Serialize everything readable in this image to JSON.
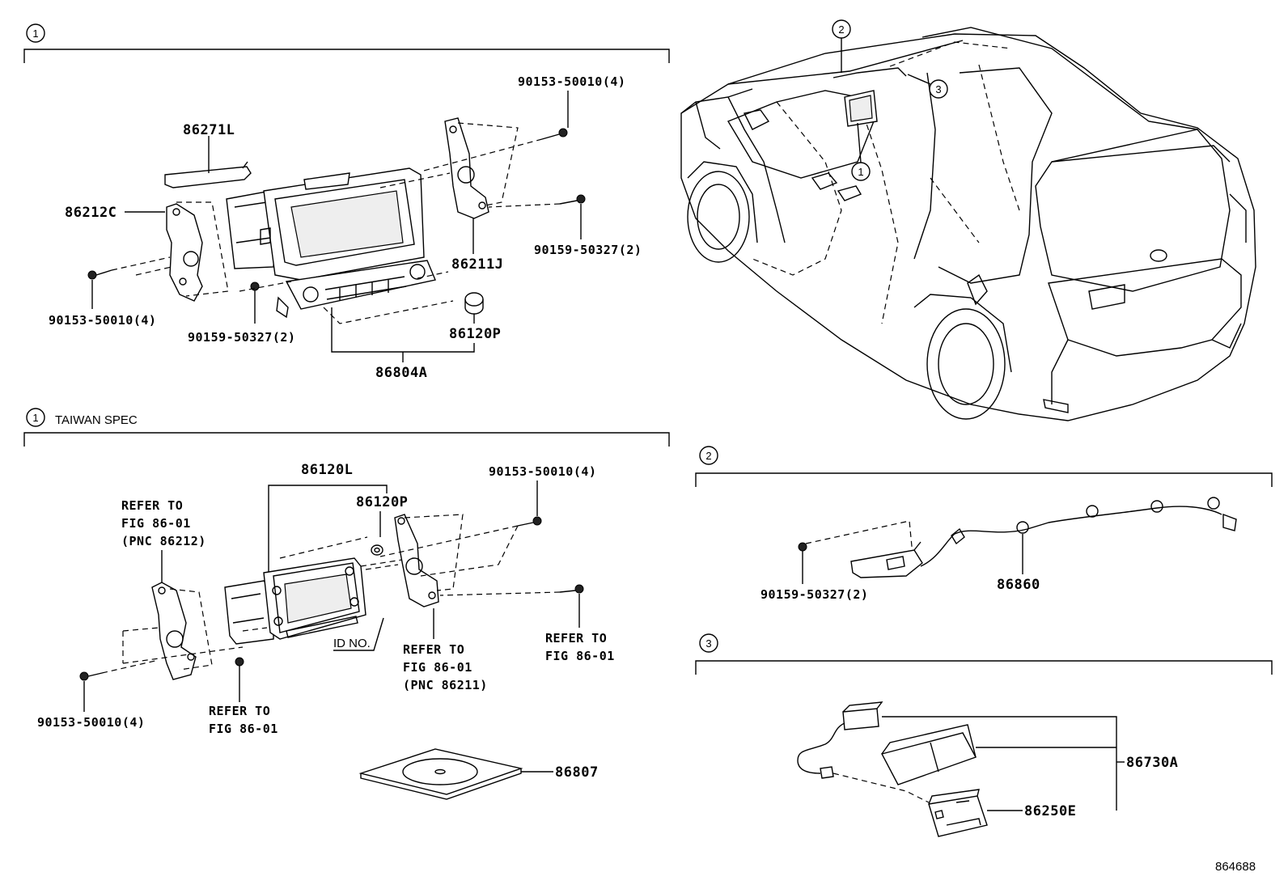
{
  "section1": {
    "marker": "1",
    "parts": {
      "p86271L": "86271L",
      "p86212C": "86212C",
      "p86211J": "86211J",
      "p86120P": "86120P",
      "p86804A": "86804A",
      "screw_tr": "90153-50010(4)",
      "screw_r": "90159-50327(2)",
      "screw_l": "90153-50010(4)",
      "screw_b": "90159-50327(2)"
    }
  },
  "section1_taiwan": {
    "marker": "1",
    "title": "TAIWAN SPEC",
    "parts": {
      "p86120L": "86120L",
      "p86120P": "86120P",
      "screw_tr": "90153-50010(4)",
      "screw_l": "90153-50010(4)",
      "p86807": "86807",
      "id_no": "ID NO."
    },
    "refer_left": [
      "REFER TO",
      "FIG 86-01",
      "(PNC 86212)"
    ],
    "refer_center": [
      "REFER TO",
      "FIG 86-01",
      "(PNC 86211)"
    ],
    "refer_right": [
      "REFER TO",
      "FIG 86-01"
    ],
    "refer_bottom": [
      "REFER TO",
      "FIG 86-01"
    ]
  },
  "vehicle": {
    "callouts": [
      "1",
      "2",
      "3"
    ]
  },
  "section2": {
    "marker": "2",
    "parts": {
      "screw": "90159-50327(2)",
      "p86860": "86860"
    }
  },
  "section3": {
    "marker": "3",
    "parts": {
      "p86730A": "86730A",
      "p86250E": "86250E"
    }
  },
  "illustration_number": "864688"
}
